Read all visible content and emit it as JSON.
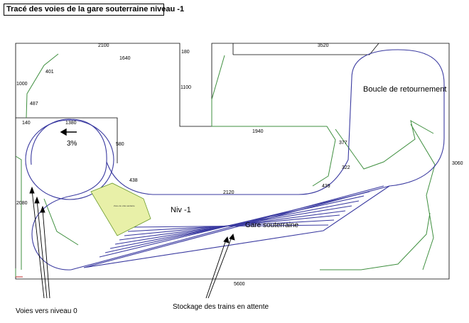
{
  "title": "Tracé des voies de la gare souterraine niveau -1",
  "dimensions": {
    "d2100": "2100",
    "d1640": "1640",
    "d180": "180",
    "d3520": "3520",
    "d1100": "1100",
    "d401": "401",
    "d1000": "1000",
    "d487": "487",
    "d140": "140",
    "d1380": "1380",
    "d580": "580",
    "d1940": "1940",
    "d377": "377",
    "d322": "322",
    "d3060": "3060",
    "d439": "439",
    "d2120": "2120",
    "d438": "438",
    "d2080": "2080",
    "d5600": "5600"
  },
  "labels": {
    "slope": "3%",
    "loop": "Boucle de retournement",
    "level": "Niv -1",
    "station": "Gare souterraine",
    "storage": "Stockage des trains en attente",
    "tracks_up": "Voies vers niveau 0",
    "zone_text": "Zone de vide sanitaire"
  },
  "colors": {
    "track": "#3a3aa0",
    "wall": "#3f8f3f",
    "outline": "#000000",
    "zone_fill": "#e8f0a8",
    "zone_stroke": "#6a9a2a"
  }
}
